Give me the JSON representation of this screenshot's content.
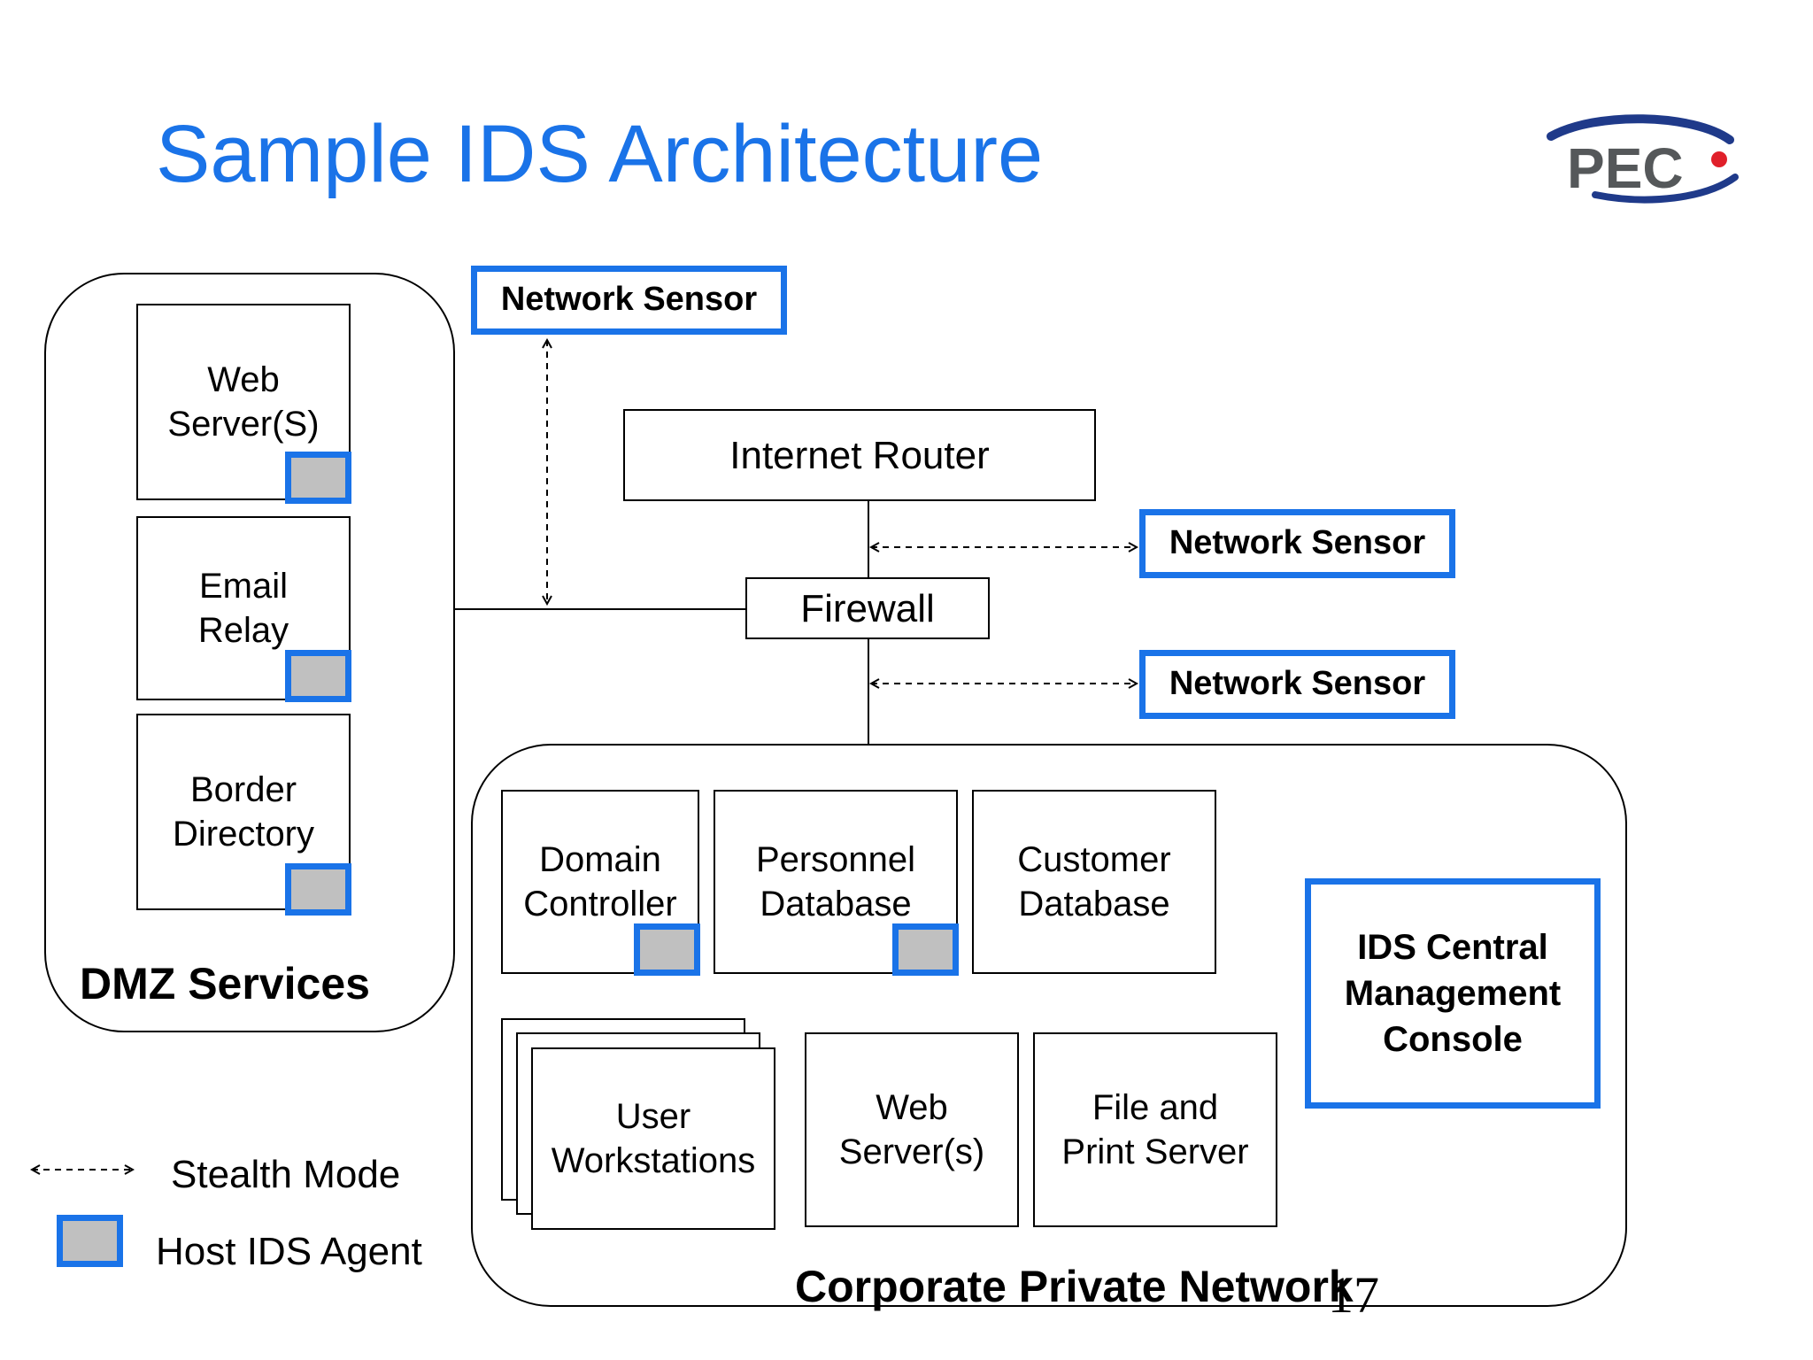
{
  "title": "Sample IDS Architecture",
  "logo_text": "PEC",
  "dmz": {
    "label": "DMZ Services",
    "web_server": "Web\nServer(S)",
    "email_relay": "Email\nRelay",
    "border_directory": "Border\nDirectory"
  },
  "sensors": {
    "top": "Network Sensor",
    "middle": "Network Sensor",
    "lower": "Network Sensor"
  },
  "internet_router": "Internet Router",
  "firewall": "Firewall",
  "corporate": {
    "label": "Corporate Private Network",
    "domain_controller": "Domain\nController",
    "personnel_database": "Personnel\nDatabase",
    "customer_database": "Customer\nDatabase",
    "user_workstations": "User\nWorkstations",
    "web_servers": "Web\nServer(s)",
    "file_print_server": "File and\nPrint Server",
    "ids_console": "IDS Central\nManagement\nConsole"
  },
  "legend": {
    "stealth_mode": "Stealth Mode",
    "host_ids_agent": "Host IDS Agent"
  },
  "page_number": "17",
  "colors": {
    "accent_blue": "#1a73e8",
    "agent_fill": "#c0c0c0",
    "logo_gray": "#55585a",
    "logo_red": "#e0202a",
    "logo_navy": "#1f3a8a"
  }
}
